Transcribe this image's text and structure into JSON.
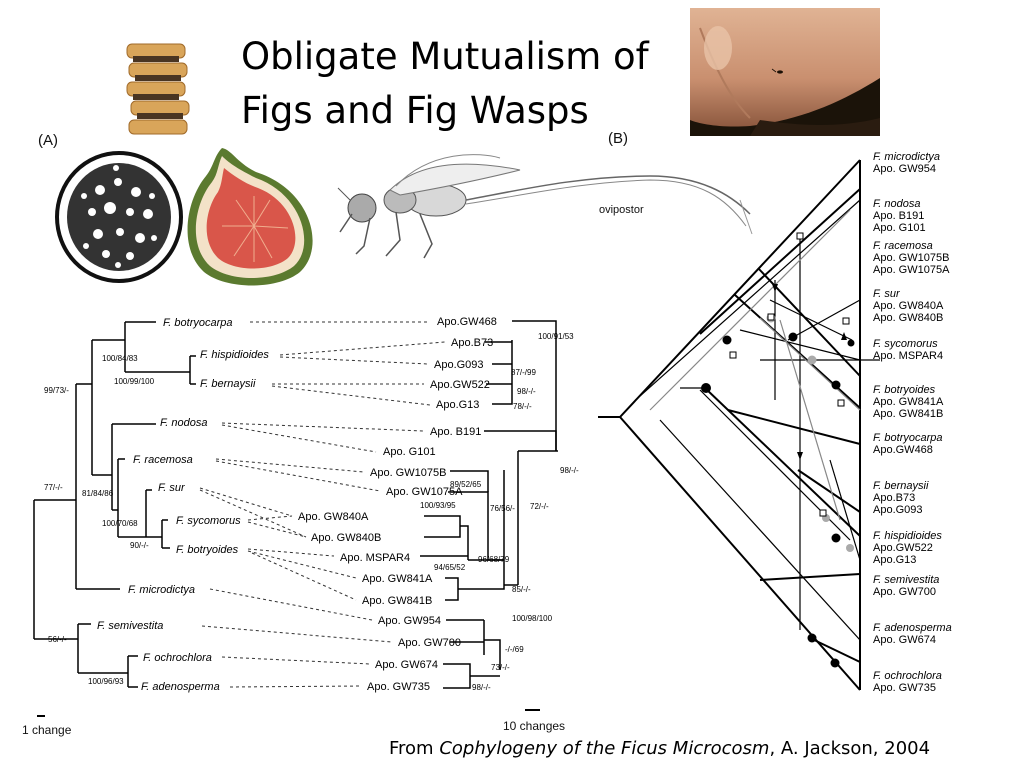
{
  "slide": {
    "title_line1": "Obligate Mutualism of",
    "title_line2": "Figs and Fig Wasps",
    "panel_a_label": "(A)",
    "panel_b_label": "(B)",
    "ovipositor_label": "ovipostor",
    "caption_prefix": "From ",
    "caption_title": "Cophylogeny of the Ficus Microcosm",
    "caption_suffix": ", A. Jackson, 2004"
  },
  "tree_a": {
    "scale_left": "1 change",
    "scale_right": "10 changes",
    "figs": [
      "F. botryocarpa",
      "F. hispidioides",
      "F. bernaysii",
      "F. nodosa",
      "F. racemosa",
      "F. sur",
      "F. sycomorus",
      "F. botryoides",
      "F. microdictya",
      "F. semivestita",
      "F. ochrochlora",
      "F. adenosperma"
    ],
    "wasps": [
      "Apo.GW468",
      "Apo.B73",
      "Apo.G093",
      "Apo.GW522",
      "Apo.G13",
      "Apo. B191",
      "Apo. G101",
      "Apo. GW1075B",
      "Apo. GW1075A",
      "Apo. GW840A",
      "Apo. GW840B",
      "Apo. MSPAR4",
      "Apo. GW841A",
      "Apo. GW841B",
      "Apo. GW954",
      "Apo. GW700",
      "Apo. GW674",
      "Apo. GW735"
    ],
    "fig_support": [
      "100/84/83",
      "100/99/100",
      "99/73/-",
      "81/84/86",
      "100/70/68",
      "90/-/-",
      "77/-/-",
      "56/-/-",
      "100/96/93"
    ],
    "wasp_support": [
      "100/91/53",
      "87/-/99",
      "98/-/-",
      "78/-/-",
      "98/-/-",
      "89/52/65",
      "100/93/95",
      "94/65/52",
      "76/56/-",
      "96/68/79",
      "72/-/-",
      "85/-/-",
      "100/98/100",
      "-/-/69",
      "73/-/-",
      "98/-/-"
    ]
  },
  "tree_b": {
    "groups": [
      {
        "fig": "F. microdictya",
        "wasps": [
          "Apo. GW954"
        ]
      },
      {
        "fig": "F. nodosa",
        "wasps": [
          "Apo. B191",
          "Apo. G101"
        ]
      },
      {
        "fig": "F. racemosa",
        "wasps": [
          "Apo. GW1075B",
          "Apo. GW1075A"
        ]
      },
      {
        "fig": "F. sur",
        "wasps": [
          "Apo. GW840A",
          "Apo. GW840B"
        ]
      },
      {
        "fig": "F. sycomorus",
        "wasps": [
          "Apo. MSPAR4"
        ]
      },
      {
        "fig": "F. botryoides",
        "wasps": [
          "Apo. GW841A",
          "Apo. GW841B"
        ]
      },
      {
        "fig": "F. botryocarpa",
        "wasps": [
          "Apo.GW468"
        ]
      },
      {
        "fig": "F. bernaysii",
        "wasps": [
          "Apo.B73",
          "Apo.G093"
        ]
      },
      {
        "fig": "F. hispidioides",
        "wasps": [
          "Apo.GW522",
          "Apo.G13"
        ]
      },
      {
        "fig": "F. semivestita",
        "wasps": [
          "Apo. GW700"
        ]
      },
      {
        "fig": "F. adenosperma",
        "wasps": [
          "Apo. GW674"
        ]
      },
      {
        "fig": "F. ochrochlora",
        "wasps": [
          "Apo. GW735"
        ]
      }
    ]
  }
}
